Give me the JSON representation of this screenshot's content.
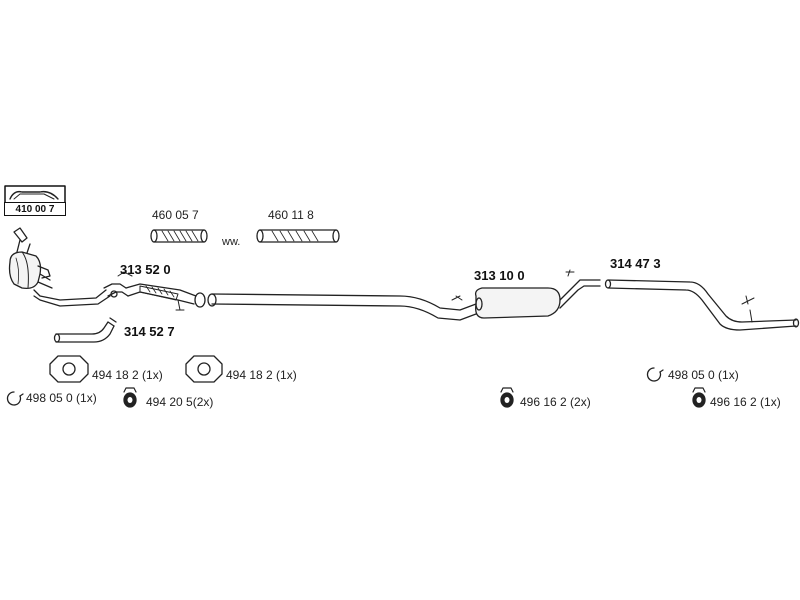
{
  "parts": {
    "cat_box": "410 00 7",
    "flex_a": "460 05 7",
    "flex_b": "460 11 8",
    "flex_sep": "ww.",
    "front_pipe": "313 52 0",
    "bypass_pipe": "314 52 7",
    "middle_silencer": "313 10 0",
    "rear_pipe": "314 47 3"
  },
  "hardware": {
    "gasket_1": "494 18 2 (1x)",
    "gasket_2": "494 18 2 (1x)",
    "clamp_front": "498 05 0 (1x)",
    "hanger_front": "494 20 5",
    "hanger_front_qty": "(2x)",
    "hanger_mid": "496 16 2 (2x)",
    "clamp_rear": "498 05 0 (1x)",
    "hanger_rear": "496 16 2 (1x)"
  }
}
